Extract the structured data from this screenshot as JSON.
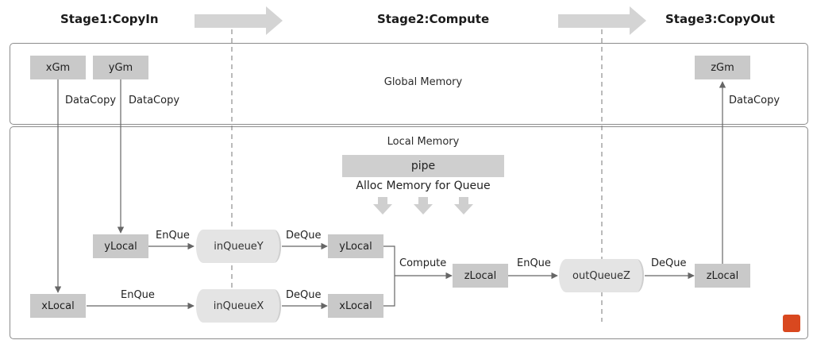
{
  "stages": {
    "copy_in": "Stage1:CopyIn",
    "compute": "Stage2:Compute",
    "copy_out": "Stage3:CopyOut"
  },
  "regions": {
    "global": "Global Memory",
    "local": "Local Memory"
  },
  "pipe": {
    "label": "pipe",
    "alloc": "Alloc Memory for Queue"
  },
  "nodes": {
    "xgm": "xGm",
    "ygm": "yGm",
    "zgm": "zGm",
    "ylocal_in": "yLocal",
    "xlocal_in": "xLocal",
    "inqueue_y": "inQueueY",
    "inqueue_x": "inQueueX",
    "ylocal_mid": "yLocal",
    "xlocal_mid": "xLocal",
    "zlocal_mid": "zLocal",
    "outqueue_z": "outQueueZ",
    "zlocal_out": "zLocal"
  },
  "edges": {
    "datacopy_x": "DataCopy",
    "datacopy_y": "DataCopy",
    "datacopy_z": "DataCopy",
    "enque_y": "EnQue",
    "enque_x": "EnQue",
    "deque_y": "DeQue",
    "deque_x": "DeQue",
    "compute": "Compute",
    "enque_z": "EnQue",
    "deque_z": "DeQue"
  },
  "colors": {
    "box": "#c9c9c9",
    "queue": "#e4e4e4",
    "stage_arrow": "#d4d4d4",
    "line": "#666666",
    "logo": "#d9481f"
  }
}
